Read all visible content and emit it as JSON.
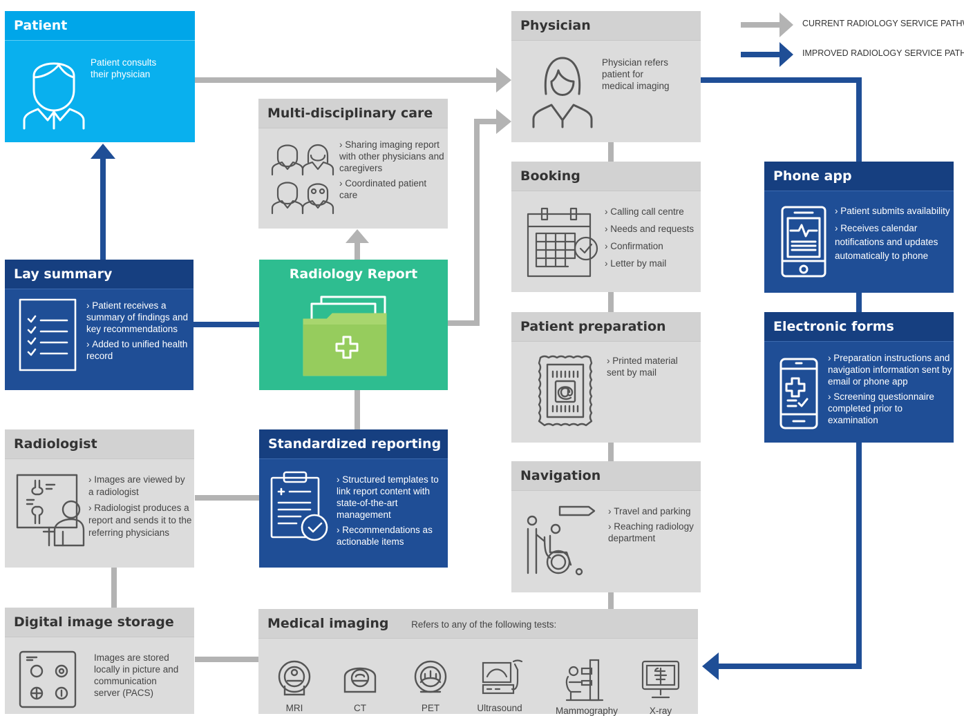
{
  "colors": {
    "gray_pathway": "#b3b3b3",
    "navy_pathway": "#1f4e96",
    "cyan": "#09b0ee",
    "green": "#2ebd90",
    "gray_box": "#dcdcdc"
  },
  "legend": {
    "current": "CURRENT RADIOLOGY SERVICE PATHWAY",
    "improved": "IMPROVED RADIOLOGY SERVICE PATHWAY"
  },
  "patient": {
    "title": "Patient",
    "text": "Patient consults their physician",
    "icon": "patient-icon"
  },
  "physician": {
    "title": "Physician",
    "text": "Physician refers patient for medical imaging",
    "icon": "physician-icon"
  },
  "multidisciplinary": {
    "title": "Multi-disciplinary care",
    "bullets": [
      "Sharing imaging report with other physicians and caregivers",
      "Coordinated patient care"
    ],
    "icon": "care-team-icon"
  },
  "booking": {
    "title": "Booking",
    "bullets": [
      "Calling call centre",
      "Needs and requests",
      "Confirmation",
      "Letter by mail"
    ],
    "icon": "calendar-icon"
  },
  "phone_app": {
    "title": "Phone app",
    "bullets": [
      "Patient submits availability",
      "Receives calendar notifications and updates automatically to phone"
    ],
    "icon": "tablet-icon"
  },
  "lay_summary": {
    "title": "Lay summary",
    "bullets": [
      "Patient receives a summary of findings and key recommendations",
      "Added to unified health record"
    ],
    "icon": "checklist-icon"
  },
  "radiology_report": {
    "title": "Radiology Report",
    "icon": "medical-folder-icon"
  },
  "patient_preparation": {
    "title": "Patient preparation",
    "bullets": [
      "Printed material sent by mail"
    ],
    "icon": "stamp-icon"
  },
  "electronic_forms": {
    "title": "Electronic forms",
    "bullets": [
      "Preparation instructions and navigation information sent by email or phone app",
      "Screening questionnaire completed prior to examination"
    ],
    "icon": "phone-form-icon"
  },
  "radiologist": {
    "title": "Radiologist",
    "bullets": [
      "Images are viewed by a radiologist",
      "Radiologist produces a report and sends it to the referring physicians"
    ],
    "icon": "radiologist-icon"
  },
  "standardized_reporting": {
    "title": "Standardized reporting",
    "bullets": [
      "Structured templates to link report content with state-of-the-art management",
      "Recommendations as actionable items"
    ],
    "icon": "clipboard-icon"
  },
  "navigation": {
    "title": "Navigation",
    "bullets": [
      "Travel and parking",
      "Reaching radiology department"
    ],
    "icon": "wheelchair-icon"
  },
  "digital_storage": {
    "title": "Digital image storage",
    "text": "Images are stored locally in picture and communication server (PACS)",
    "icon": "storage-icon"
  },
  "medical_imaging": {
    "title": "Medical imaging",
    "subtitle": "Refers to any of the following tests:",
    "modalities": [
      "MRI",
      "CT",
      "PET",
      "Ultrasound",
      "Mammography",
      "X-ray"
    ]
  }
}
